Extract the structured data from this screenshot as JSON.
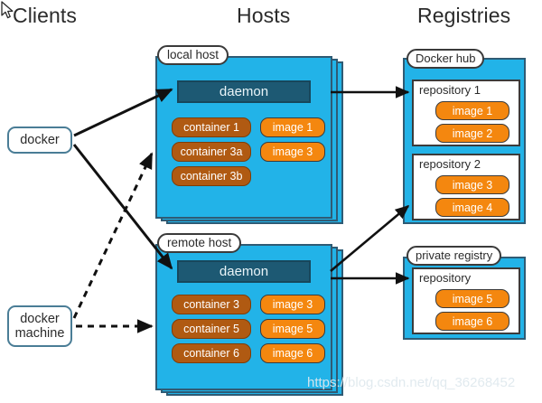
{
  "headings": {
    "clients": "Clients",
    "hosts": "Hosts",
    "registries": "Registries"
  },
  "clients": [
    {
      "id": "docker",
      "label": "docker"
    },
    {
      "id": "docker-machine",
      "label": "docker\nmachine"
    }
  ],
  "hosts": [
    {
      "id": "local-host",
      "tab": "local host",
      "daemon": "daemon",
      "containers": [
        "container 1",
        "container 3a",
        "container 3b"
      ],
      "images": [
        "image 1",
        "image 3"
      ]
    },
    {
      "id": "remote-host",
      "tab": "remote host",
      "daemon": "daemon",
      "containers": [
        "container 3",
        "container 5",
        "container 6"
      ],
      "images": [
        "image 3",
        "image 5",
        "image 6"
      ]
    }
  ],
  "registries": [
    {
      "id": "docker-hub",
      "tab": "Docker hub",
      "repositories": [
        {
          "label": "repository 1",
          "images": [
            "image 1",
            "image 2"
          ]
        },
        {
          "label": "repository 2",
          "images": [
            "image 3",
            "image 4"
          ]
        }
      ]
    },
    {
      "id": "private-registry",
      "tab": "private registry",
      "repositories": [
        {
          "label": "repository",
          "images": [
            "image 5",
            "image 6"
          ]
        }
      ]
    }
  ],
  "watermark": "https://blog.csdn.net/qq_36268452",
  "colors": {
    "host_blue": "#22b3e8",
    "host_border": "#2f5b74",
    "daemon": "#1d5973",
    "container": "#b05a12",
    "image": "#f4870f",
    "client_border": "#4a7d96",
    "text_dark": "#2b2b2b"
  }
}
